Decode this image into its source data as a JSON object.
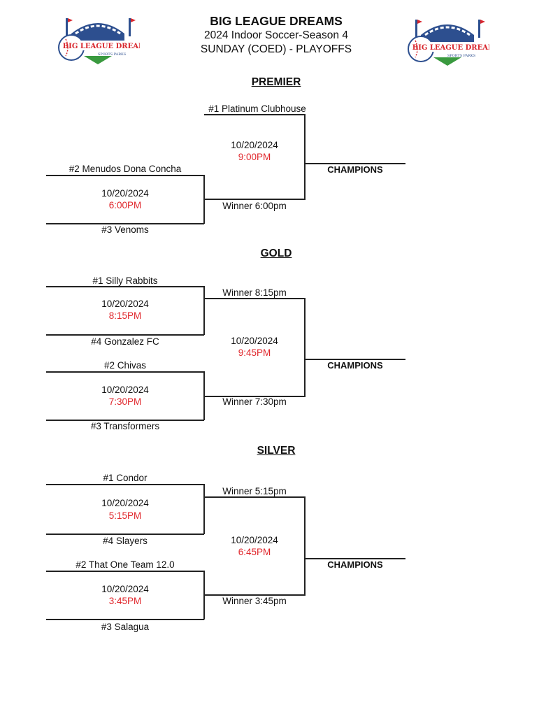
{
  "header": {
    "title": "BIG LEAGUE DREAMS",
    "subtitle": "2024 Indoor Soccer-Season 4",
    "subtitle2": "SUNDAY (COED) - PLAYOFFS",
    "logo_text": "BIG LEAGUE DREAMS",
    "logo_subtext": "SPORTS PARKS"
  },
  "colors": {
    "time": "#e0262b",
    "logo_red": "#d8272e",
    "logo_blue": "#2d4f8f",
    "logo_green": "#3a9a3f"
  },
  "premier": {
    "title": "PREMIER",
    "seed1": "#1 Platinum Clubhouse",
    "seed2": "#2 Menudos Dona Concha",
    "seed3": "#3 Venoms",
    "semi_date": "10/20/2024",
    "semi_time": "6:00PM",
    "final_date": "10/20/2024",
    "final_time": "9:00PM",
    "winner_label": "Winner 6:00pm",
    "champions": "CHAMPIONS"
  },
  "gold": {
    "title": "GOLD",
    "seed1": "#1 Silly Rabbits",
    "seed4": "#4 Gonzalez FC",
    "seed2": "#2 Chivas",
    "seed3": "#3 Transformers",
    "semi1_date": "10/20/2024",
    "semi1_time": "8:15PM",
    "semi2_date": "10/20/2024",
    "semi2_time": "7:30PM",
    "final_date": "10/20/2024",
    "final_time": "9:45PM",
    "winner1": "Winner 8:15pm",
    "winner2": "Winner 7:30pm",
    "champions": "CHAMPIONS"
  },
  "silver": {
    "title": "SILVER",
    "seed1": "#1 Condor",
    "seed4": "#4 Slayers",
    "seed2": "#2 That One Team 12.0",
    "seed3": "#3 Salagua",
    "semi1_date": "10/20/2024",
    "semi1_time": "5:15PM",
    "semi2_date": "10/20/2024",
    "semi2_time": "3:45PM",
    "final_date": "10/20/2024",
    "final_time": "6:45PM",
    "winner1": "Winner 5:15pm",
    "winner2": "Winner 3:45pm",
    "champions": "CHAMPIONS"
  }
}
